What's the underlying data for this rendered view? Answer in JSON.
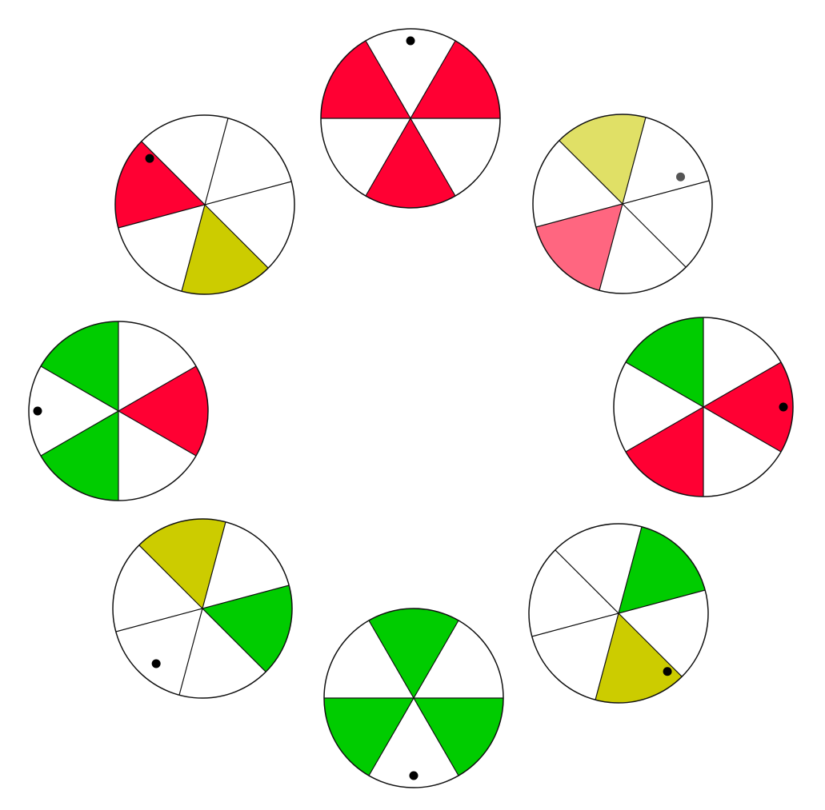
{
  "colors": {
    "background": "#ffffff",
    "outline": "#111111",
    "dot": "#000000",
    "white": "#ffffff",
    "red": "#ff0033",
    "green": "#00cc00",
    "yellow": "#cccc00",
    "pale_yellow": "#e0e066",
    "pink": "#ff6680",
    "grey_dot": "#555555"
  },
  "wheels": [
    {
      "name": "wheel-top",
      "sectors": [
        "white",
        "red",
        "white",
        "red",
        "white",
        "red"
      ],
      "dot": "black"
    },
    {
      "name": "wheel-top-right",
      "sectors": [
        "white",
        "white",
        "white",
        "pink",
        "white",
        "pale_yellow"
      ],
      "dot": "grey"
    },
    {
      "name": "wheel-right",
      "sectors": [
        "white",
        "red",
        "white",
        "red",
        "white",
        "green"
      ],
      "dot": "black"
    },
    {
      "name": "wheel-bottom-right",
      "sectors": [
        "white",
        "yellow",
        "white",
        "white",
        "white",
        "green"
      ],
      "dot": "black"
    },
    {
      "name": "wheel-bottom",
      "sectors": [
        "green",
        "white",
        "green",
        "white",
        "green",
        "white"
      ],
      "dot": "black"
    },
    {
      "name": "wheel-bottom-left",
      "sectors": [
        "white",
        "green",
        "white",
        "white",
        "white",
        "yellow"
      ],
      "dot": "black"
    },
    {
      "name": "wheel-left",
      "sectors": [
        "white",
        "red",
        "white",
        "green",
        "white",
        "green"
      ],
      "dot": "black"
    },
    {
      "name": "wheel-top-left",
      "sectors": [
        "white",
        "yellow",
        "white",
        "red",
        "white",
        "white"
      ],
      "dot": "black"
    }
  ]
}
